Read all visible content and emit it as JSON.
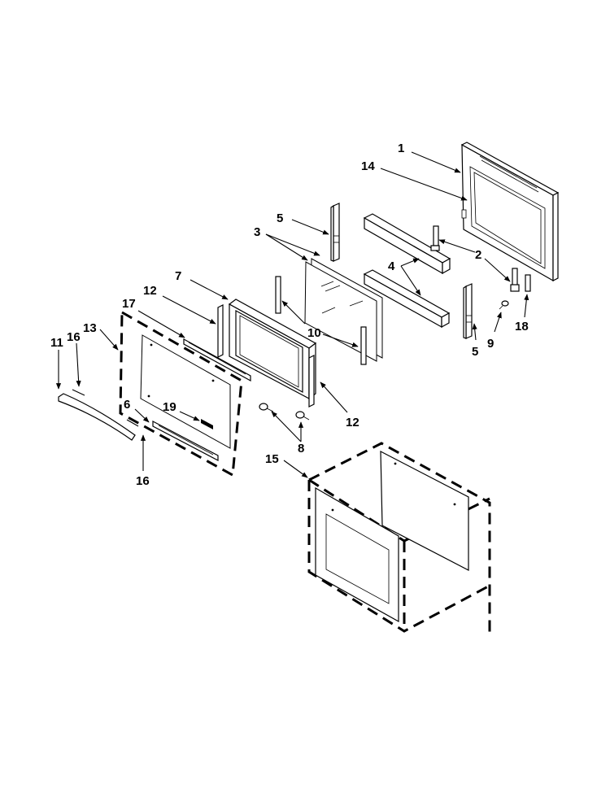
{
  "diagram": {
    "type": "exploded-parts-diagram",
    "callouts": [
      {
        "id": "c1",
        "text": "1"
      },
      {
        "id": "c14",
        "text": "14"
      },
      {
        "id": "c5a",
        "text": "5"
      },
      {
        "id": "c3",
        "text": "3"
      },
      {
        "id": "c2",
        "text": "2"
      },
      {
        "id": "c4",
        "text": "4"
      },
      {
        "id": "c7",
        "text": "7"
      },
      {
        "id": "c12a",
        "text": "12"
      },
      {
        "id": "c17",
        "text": "17"
      },
      {
        "id": "c13",
        "text": "13"
      },
      {
        "id": "c11",
        "text": "11"
      },
      {
        "id": "c16a",
        "text": "16"
      },
      {
        "id": "c10",
        "text": "10"
      },
      {
        "id": "c5b",
        "text": "5"
      },
      {
        "id": "c9",
        "text": "9"
      },
      {
        "id": "c18",
        "text": "18"
      },
      {
        "id": "c6",
        "text": "6"
      },
      {
        "id": "c19",
        "text": "19"
      },
      {
        "id": "c12b",
        "text": "12"
      },
      {
        "id": "c8",
        "text": "8"
      },
      {
        "id": "c16b",
        "text": "16"
      },
      {
        "id": "c15",
        "text": "15"
      }
    ]
  }
}
